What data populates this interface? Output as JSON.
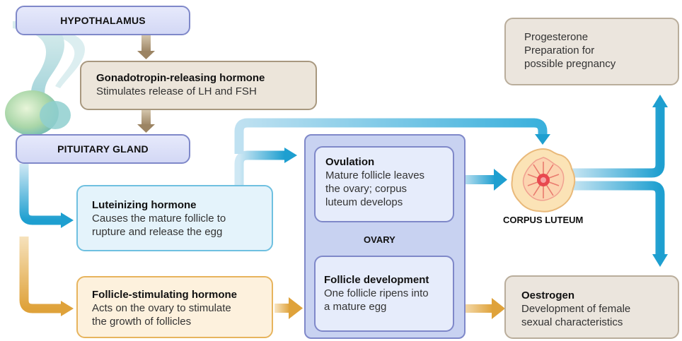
{
  "diagram": {
    "hypothalamus": "HYPOTHALAMUS",
    "gnrh": {
      "title": "Gonadotropin-releasing hormone",
      "body": "Stimulates release of LH and FSH"
    },
    "pituitary": "PITUITARY GLAND",
    "lh": {
      "title": "Luteinizing hormone",
      "body_1": "Causes the mature follicle to",
      "body_2": "rupture and release the egg"
    },
    "fsh": {
      "title": "Follicle-stimulating hormone",
      "body_1": "Acts on the ovary to stimulate",
      "body_2": "the growth of follicles"
    },
    "ovary": "OVARY",
    "ovulation": {
      "title": "Ovulation",
      "body_1": "Mature follicle leaves",
      "body_2": "the ovary; corpus",
      "body_3": "luteum develops"
    },
    "follicle": {
      "title": "Follicle development",
      "body_1": "One follicle ripens into",
      "body_2": "a mature egg"
    },
    "corpus_luteum": "CORPUS LUTEUM",
    "progesterone": {
      "line_1": "Progesterone",
      "line_2": "Preparation for",
      "line_3": "possible pregnancy"
    },
    "oestrogen": {
      "title": "Oestrogen",
      "body_1": "Development of female",
      "body_2": "sexual characteristics"
    }
  },
  "colors": {
    "label_box_fill": "#dadff7",
    "label_box_border": "#7f88c9",
    "brown_arrow": "#a8926f",
    "blue_arrow": "#1e9fd0",
    "gold_arrow": "#e0a53d",
    "ovary_fill": "#c8d2f1"
  }
}
